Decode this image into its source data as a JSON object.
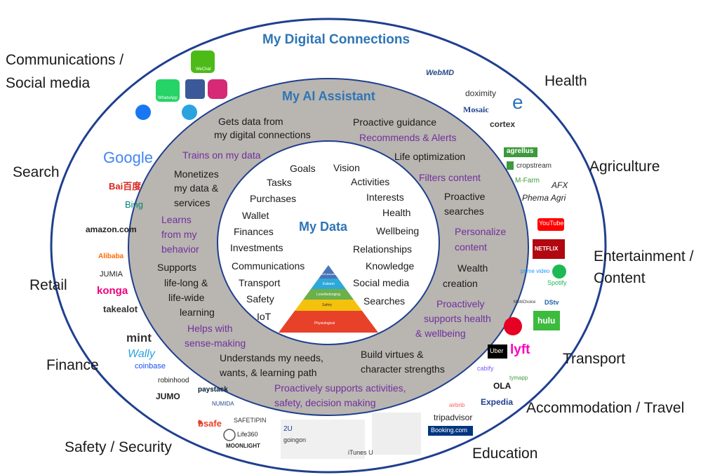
{
  "outer_ring": {
    "title": "My Digital Connections",
    "categories": {
      "communications": [
        "Communications /",
        "Social media"
      ],
      "health": "Health",
      "search": "Search",
      "agriculture": "Agriculture",
      "entertainment": [
        "Entertainment /",
        "Content"
      ],
      "retail": "Retail",
      "finance": "Finance",
      "transport": "Transport",
      "accommodation": "Accommodation / Travel",
      "safety": "Safety / Security",
      "education": "Education"
    },
    "logos": {
      "wechat": "WeChat",
      "whatsapp": "WhatsApp",
      "webmd": "WebMD",
      "doximity": "doximity",
      "mosaic": "Mosaic",
      "cortex": "cortex",
      "google": "Google",
      "baidu": "Bai百度",
      "bing": "Bing",
      "agrellus": "agrellus",
      "cropstream": "cropstream",
      "mfarm": "M-Farm",
      "afx": "AFX",
      "phema": "Phema Agri",
      "amazon": "amazon.com",
      "alibaba": "Alibaba",
      "jumia": "JUMIA",
      "konga": "konga",
      "takealot": "takealot",
      "youtube": "YouTube",
      "netflix": "NETFLIX",
      "primevideo": "prime video",
      "spotify": "Spotify",
      "multichoice": "MultiChoice",
      "dstv": "DStv",
      "hulu": "hulu",
      "mint": "mint",
      "wally": "Wally",
      "coinbase": "coinbase",
      "robinhood": "robinhood",
      "paystack": "paystack",
      "jumo": "JUMO",
      "numida": "NUMIDA",
      "uber": "Uber",
      "lyft": "lyft",
      "cabify": "cabify",
      "taxify": "tymapp",
      "ola": "OLA",
      "airbnb": "airbnb",
      "expedia": "Expedia",
      "tripadvisor": "tripadvisor",
      "booking": "Booking.com",
      "bsafe": "bsafe",
      "safetipin": "SAFETIPIN",
      "life360": "Life360",
      "moonlight": "MOONLIGHT",
      "itunesu": "iTunes U",
      "twou": "2U",
      "goingon": "goingon"
    }
  },
  "middle_ring": {
    "title": "My AI Assistant",
    "items": [
      {
        "text": "Gets data from"
      },
      {
        "text": "my digital connections"
      },
      {
        "text": "Proactive guidance"
      },
      {
        "text": "Recommends & Alerts"
      },
      {
        "text": "Trains on my data"
      },
      {
        "text": "Life optimization"
      },
      {
        "text": "Filters content"
      },
      {
        "text": "Monetizes"
      },
      {
        "text": "my data &"
      },
      {
        "text": "services"
      },
      {
        "text": "Proactive"
      },
      {
        "text": "searches"
      },
      {
        "text": "Learns"
      },
      {
        "text": "from my"
      },
      {
        "text": "behavior"
      },
      {
        "text": "Personalize"
      },
      {
        "text": "content"
      },
      {
        "text": "Supports"
      },
      {
        "text": "life-long &"
      },
      {
        "text": "life-wide"
      },
      {
        "text": "learning"
      },
      {
        "text": "Wealth"
      },
      {
        "text": "creation"
      },
      {
        "text": "Proactively"
      },
      {
        "text": "supports health"
      },
      {
        "text": "& wellbeing"
      },
      {
        "text": "Helps with"
      },
      {
        "text": "sense-making"
      },
      {
        "text": "Understands my needs,"
      },
      {
        "text": "wants, & learning path"
      },
      {
        "text": "Build virtues &"
      },
      {
        "text": "character strengths"
      },
      {
        "text": "Proactively supports activities,"
      },
      {
        "text": "safety, decision making"
      }
    ]
  },
  "inner_ring": {
    "title": "My Data",
    "items": [
      "Goals",
      "Vision",
      "Tasks",
      "Activities",
      "Purchases",
      "Interests",
      "Wallet",
      "Health",
      "Finances",
      "Wellbeing",
      "Investments",
      "Relationships",
      "Communications",
      "Knowledge",
      "Transport",
      "Social media",
      "Safety",
      "Searches",
      "IoT"
    ],
    "pyramid": [
      "Self-actualization",
      "Esteem",
      "Love/belonging",
      "Safety",
      "Physiological"
    ]
  },
  "colors": {
    "ring_border": "#1f3f8f",
    "middle_ring": "#b9b5b0",
    "inner_ring": "#ffffff",
    "title_blue": "#2e75b6",
    "purple": "#7030a0"
  }
}
